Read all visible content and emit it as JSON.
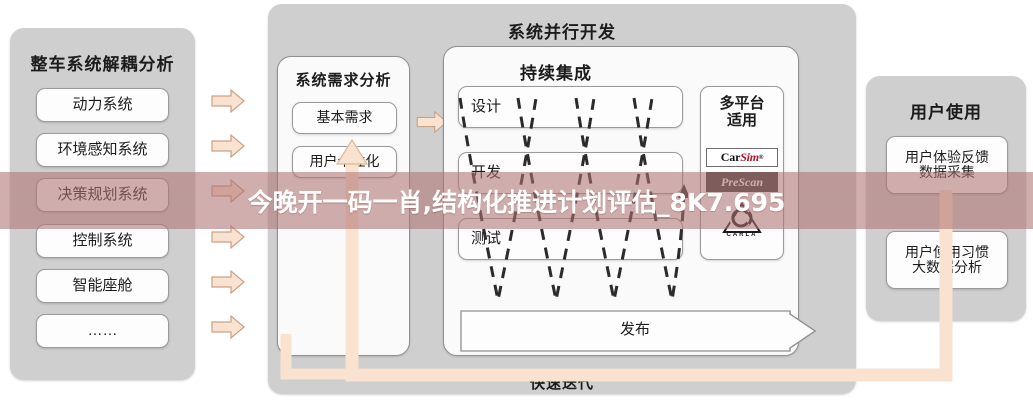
{
  "watermark": {
    "text": "今晚开一码一肖,结构化推进计划评估_8K7.695",
    "band_color": "#b07373",
    "text_color": "#ffffff"
  },
  "colors": {
    "panel_gray": "#d0cfcf",
    "box_white": "#fdfdfd",
    "arrow_peach": "#fae2d0",
    "arrow_peach_border": "#c9a184",
    "text_dark": "#1c1c1c"
  },
  "left_panel": {
    "title": "整车系统解耦分析",
    "items": [
      {
        "label": "动力系统"
      },
      {
        "label": "环境感知系统"
      },
      {
        "label": "决策规划系统"
      },
      {
        "label": "控制系统"
      },
      {
        "label": "智能座舱"
      },
      {
        "label": "……"
      }
    ]
  },
  "arrows_left_to_mid": [
    {
      "name": "arrow-1"
    },
    {
      "name": "arrow-2"
    },
    {
      "name": "arrow-3"
    },
    {
      "name": "arrow-4"
    },
    {
      "name": "arrow-5"
    },
    {
      "name": "arrow-6"
    }
  ],
  "mid_panel": {
    "title": "系统并行开发",
    "requirements": {
      "title": "系统需求分析",
      "items": [
        {
          "label": "基本需求"
        },
        {
          "label": "用户个性化"
        }
      ]
    },
    "continuous_integration": {
      "title": "持续集成",
      "stages": [
        {
          "label": "设计"
        },
        {
          "label": "开发"
        },
        {
          "label": "测试"
        }
      ],
      "release": {
        "label": "发布"
      },
      "multiplatform": {
        "title_line1": "多平台",
        "title_line2": "适用",
        "logos": [
          {
            "name": "carsim-logo",
            "part1": "Car",
            "part2": "Sim",
            "mark": "®"
          },
          {
            "name": "prescan-logo",
            "text": "PreScan"
          },
          {
            "name": "carla-logo",
            "text": "CARLA"
          }
        ]
      }
    },
    "footer_label": "快速迭代"
  },
  "right_panel": {
    "title": "用户使用",
    "items": [
      {
        "label_line1": "用户体验反馈",
        "label_line2": "数据采集"
      },
      {
        "label_line1": "用户使用习惯",
        "label_line2": "大数据分析"
      }
    ]
  }
}
